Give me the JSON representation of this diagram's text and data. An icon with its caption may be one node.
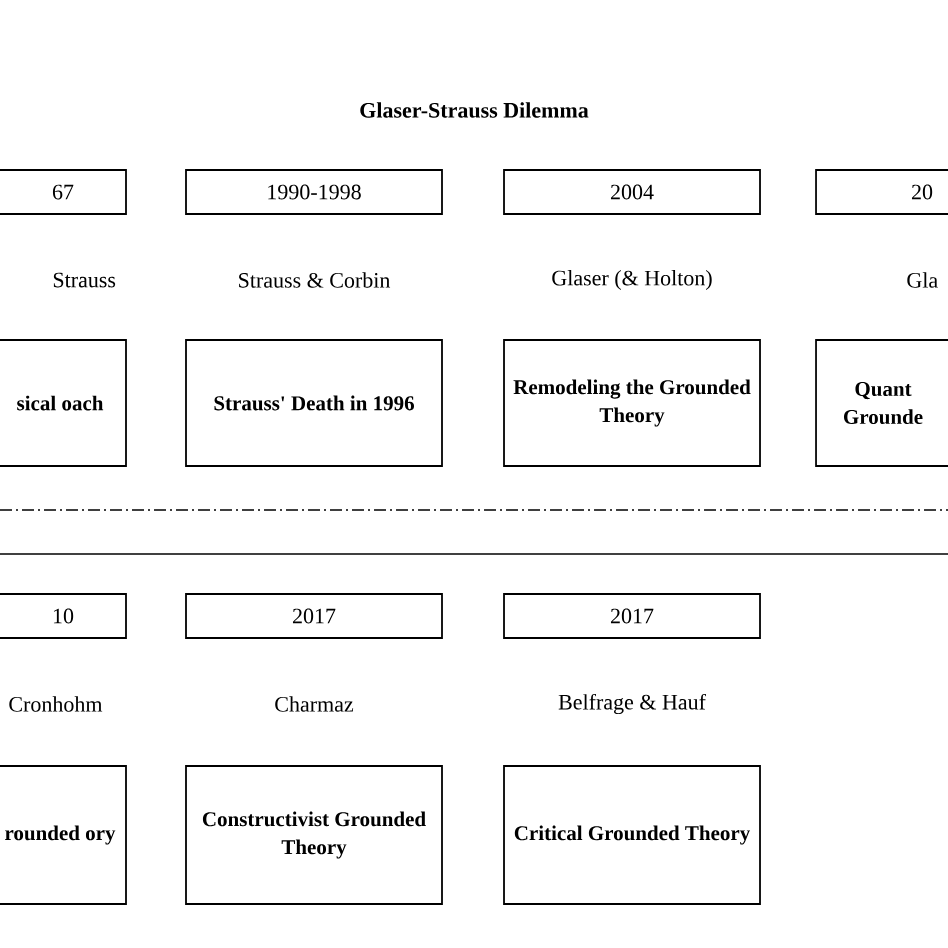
{
  "diagram": {
    "title": "Glaser-Strauss Dilemma",
    "nodes": [
      {
        "text": [
          "67"
        ]
      },
      {
        "text": [
          "1990-1998"
        ]
      },
      {
        "text": [
          "2004"
        ]
      },
      {
        "text": [
          "20"
        ]
      },
      {
        "text": [
          "sical oach"
        ]
      },
      {
        "text": [
          "Strauss' Death in 1996"
        ]
      },
      {
        "text": [
          "Remodeling the Grounded Theory"
        ]
      },
      {
        "text": [
          "Quant Grounde"
        ]
      },
      {
        "text": [
          "10"
        ]
      },
      {
        "text": [
          "2017"
        ]
      },
      {
        "text": [
          "2017"
        ]
      },
      {
        "text": [
          "rounded ory"
        ]
      },
      {
        "text": [
          "Constructivist Grounded Theory"
        ]
      },
      {
        "text": [
          "Critical Grounded Theory"
        ]
      }
    ],
    "edges": [],
    "labels": [
      "Strauss",
      "Strauss & Corbin",
      "Glaser (& Holton)",
      "Gla",
      "Cronhohm",
      "Charmaz",
      "Belfrage & Hauf"
    ]
  }
}
